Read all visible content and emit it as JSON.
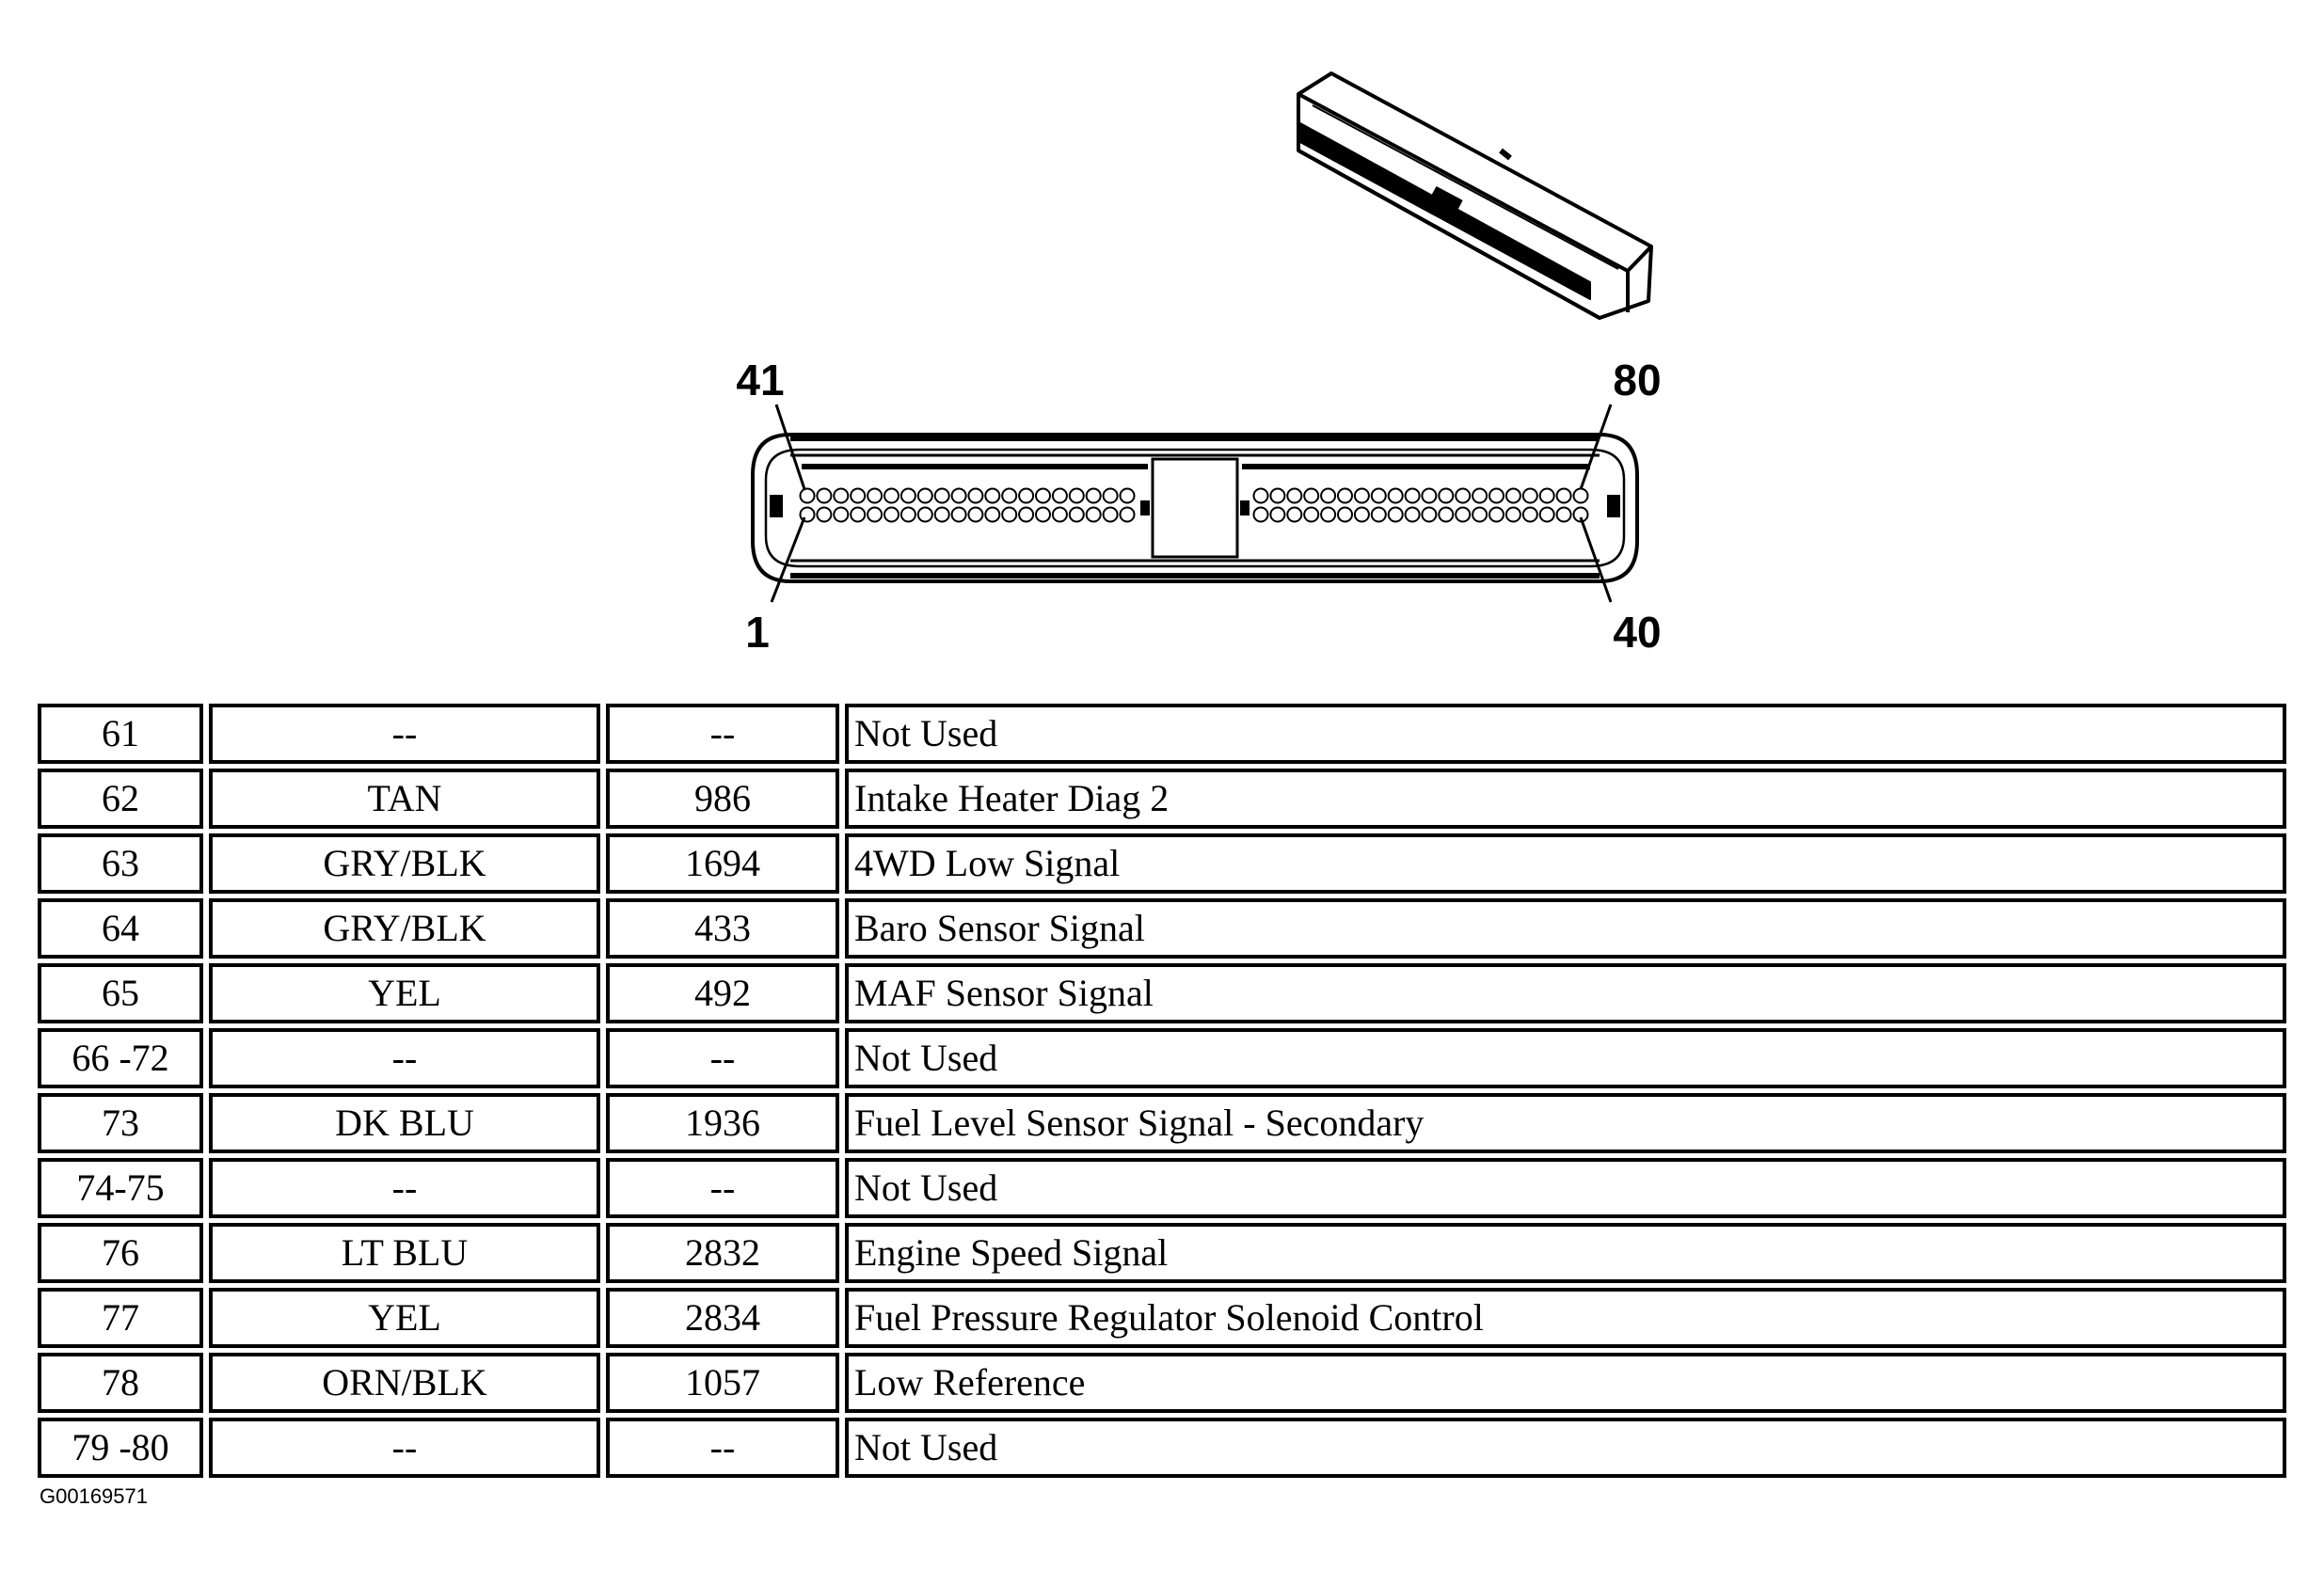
{
  "connector": {
    "pin_labels": {
      "top_left": "41",
      "top_right": "80",
      "bottom_left": "1",
      "bottom_right": "40"
    }
  },
  "table": {
    "rows": [
      {
        "pin": "61",
        "color": "--",
        "circuit": "--",
        "function": "Not Used"
      },
      {
        "pin": "62",
        "color": "TAN",
        "circuit": "986",
        "function": "Intake Heater Diag 2"
      },
      {
        "pin": "63",
        "color": "GRY/BLK",
        "circuit": "1694",
        "function": "4WD Low Signal"
      },
      {
        "pin": "64",
        "color": "GRY/BLK",
        "circuit": "433",
        "function": "Baro Sensor Signal"
      },
      {
        "pin": "65",
        "color": "YEL",
        "circuit": "492",
        "function": "MAF Sensor Signal"
      },
      {
        "pin": "66 -72",
        "color": "--",
        "circuit": "--",
        "function": "Not Used"
      },
      {
        "pin": "73",
        "color": "DK BLU",
        "circuit": "1936",
        "function": "Fuel Level Sensor Signal - Secondary"
      },
      {
        "pin": "74-75",
        "color": "--",
        "circuit": "--",
        "function": "Not Used"
      },
      {
        "pin": "76",
        "color": "LT BLU",
        "circuit": "2832",
        "function": "Engine Speed Signal"
      },
      {
        "pin": "77",
        "color": "YEL",
        "circuit": "2834",
        "function": "Fuel Pressure Regulator Solenoid Control"
      },
      {
        "pin": "78",
        "color": "ORN/BLK",
        "circuit": "1057",
        "function": "Low Reference"
      },
      {
        "pin": "79 -80",
        "color": "--",
        "circuit": "--",
        "function": "Not Used"
      }
    ]
  },
  "footer": {
    "figure_id": "G00169571"
  }
}
